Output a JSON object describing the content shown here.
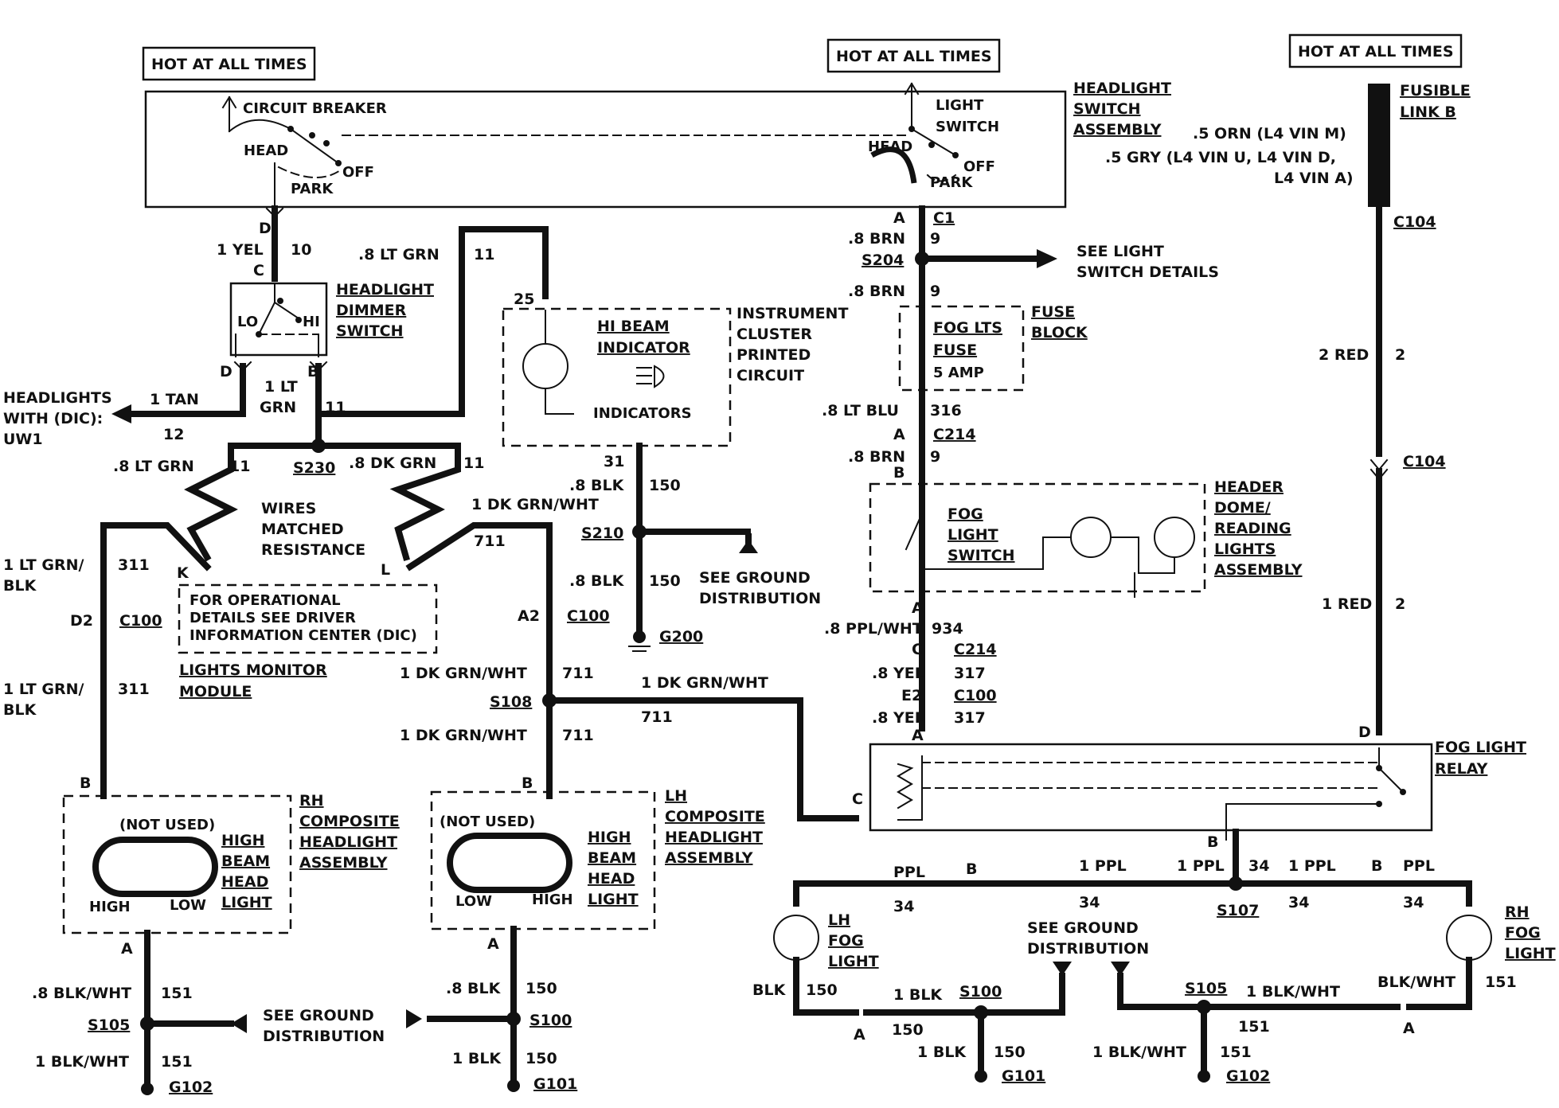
{
  "header": {
    "hot1": "HOT AT ALL TIMES",
    "hot2": "HOT AT ALL TIMES",
    "hot3": "HOT AT ALL TIMES"
  },
  "headlight_switch": {
    "circuit_breaker": "CIRCUIT BREAKER",
    "head1": "HEAD",
    "off1": "OFF",
    "park1": "PARK",
    "light": "LIGHT",
    "switch": "SWITCH",
    "head2": "HEAD",
    "off2": "OFF",
    "park2": "PARK",
    "name1": "HEADLIGHT",
    "name2": "SWITCH",
    "name3": "ASSEMBLY"
  },
  "fusible": {
    "name1": "FUSIBLE",
    "name2": "LINK  B",
    "w1": ".5 ORN  (L4 VIN M)",
    "w2": ".5 GRY  (L4 VIN U,  L4 VIN D,",
    "w3": "L4 VIN A)",
    "c104a": "C104",
    "red2": "2 RED",
    "n2a": "2",
    "c104b": "C104",
    "red1": "1 RED",
    "n2b": "2"
  },
  "left": {
    "D": "D",
    "yel": "1 YEL",
    "n10": "10",
    "C": "C",
    "dim1": "HEADLIGHT",
    "dim2": "DIMMER",
    "dim3": "SWITCH",
    "lo": "LO",
    "hi": "HI",
    "D2": "D",
    "B": "B",
    "ltgrn1": "1 LT",
    "ltgrn2": "GRN",
    "n11a": "11",
    "hl1": "HEADLIGHTS",
    "hl2": "WITH  (DIC):",
    "hl3": "UW1",
    "tan": "1 TAN",
    "n12": "12",
    "s230": "S230",
    "ltgrn8": ".8 LT GRN",
    "n11b": "11",
    "dkgrn8": ".8 DK GRN",
    "n11c": "11",
    "wires1": "WIRES",
    "wires2": "MATCHED",
    "wires3": "RESISTANCE",
    "lg8b": ".8 LT GRN",
    "n11d": "11",
    "lgblk1": "1 LT GRN/",
    "blk1": "BLK",
    "n311a": "311",
    "K": "K",
    "L": "L",
    "dkgw": "1 DK GRN/WHT",
    "n711a": "711",
    "op1": "FOR OPERATIONAL",
    "op2": "DETAILS SEE DRIVER",
    "op3": "INFORMATION CENTER (DIC)",
    "lmm1": "LIGHTS MONITOR",
    "lmm2": "MODULE",
    "d2": "D2",
    "c100a": "C100",
    "a2": "A2",
    "c100b": "C100",
    "lgblk2": "1 LT GRN/",
    "blk2": "BLK",
    "n311b": "311",
    "dkgw2": "1 DK GRN/WHT",
    "n711b": "711",
    "s108": "S108",
    "dkgw3": "1 DK GRN/WHT",
    "n711c": "711",
    "dkgw4": "1 DK GRN/WHT",
    "n711d": "711"
  },
  "cluster": {
    "n25": "25",
    "hibeam1": "HI BEAM",
    "hibeam2": "INDICATOR",
    "ind": "INDICATORS",
    "ic1": "INSTRUMENT",
    "ic2": "CLUSTER",
    "ic3": "PRINTED",
    "ic4": "CIRCUIT",
    "n31": "31",
    "blk8": ".8 BLK",
    "n150a": "150",
    "s210": "S210",
    "blk8b": ".8 BLK",
    "n150b": "150",
    "sgd1": "SEE GROUND",
    "sgd2": "DISTRIBUTION",
    "g200": "G200"
  },
  "fog": {
    "A": "A",
    "C1": "C1",
    "brn1": ".8 BRN",
    "n9a": "9",
    "s204": "S204",
    "sls1": "SEE LIGHT",
    "sls2": "SWITCH DETAILS",
    "brn2": ".8 BRN",
    "n9b": "9",
    "fuse1": "FOG LTS",
    "fuse2": "FUSE",
    "fuse3": "5 AMP",
    "fb1": "FUSE",
    "fb2": "BLOCK",
    "ltblu": ".8 LT BLU",
    "n316": "316",
    "A2": "A",
    "c214a": "C214",
    "brn3": ".8 BRN",
    "n9c": "9",
    "B": "B",
    "fls1": "FOG",
    "fls2": "LIGHT",
    "fls3": "SWITCH",
    "hd1": "HEADER",
    "hd2": "DOME/",
    "hd3": "READING",
    "hd4": "LIGHTS",
    "hd5": "ASSEMBLY",
    "A3": "A",
    "ppw": ".8 PPL/WHT",
    "n934": "934",
    "C": "C",
    "c214b": "C214",
    "yel1": ".8 YEL",
    "n317a": "317",
    "e2": "E2",
    "c100": "C100",
    "yel2": ".8 YEL",
    "n317b": "317",
    "A4": "A",
    "D": "D",
    "relay1": "FOG LIGHT",
    "relay2": "RELAY",
    "C2": "C",
    "B2": "B"
  },
  "rh_head": {
    "B": "B",
    "notused": "(NOT USED)",
    "hb1": "HIGH",
    "hb2": "BEAM",
    "hb3": "HEAD",
    "hb4": "LIGHT",
    "high": "HIGH",
    "low": "LOW",
    "rh1": "RH",
    "rh2": "COMPOSITE",
    "rh3": "HEADLIGHT",
    "rh4": "ASSEMBLY",
    "A": "A",
    "bw": ".8 BLK/WHT",
    "n151a": "151",
    "s105": "S105",
    "sgd1": "SEE GROUND",
    "sgd2": "DISTRIBUTION",
    "bw2": "1 BLK/WHT",
    "n151b": "151",
    "g102": "G102"
  },
  "lh_head": {
    "B": "B",
    "notused": "(NOT USED)",
    "hb1": "HIGH",
    "hb2": "BEAM",
    "hb3": "HEAD",
    "hb4": "LIGHT",
    "low": "LOW",
    "high": "HIGH",
    "lh1": "LH",
    "lh2": "COMPOSITE",
    "lh3": "HEADLIGHT",
    "lh4": "ASSEMBLY",
    "A": "A",
    "blk": ".8 BLK",
    "n150a": "150",
    "s100": "S100",
    "blk2": "1 BLK",
    "n150b": "150",
    "g101": "G101"
  },
  "foglights": {
    "B": "B",
    "ppl1": "1 PPL",
    "ppl2": "1 PPL",
    "n34a": "34",
    "ppl3": "1 PPL",
    "B2": "B",
    "ppl4": "PPL",
    "ppl0": "PPL",
    "B0": "B",
    "n34b": "34",
    "n34c": "34",
    "s107": "S107",
    "n34d": "34",
    "n34e": "34",
    "lh1": "LH",
    "lh2": "FOG",
    "lh3": "LIGHT",
    "rh1": "RH",
    "rh2": "FOG",
    "rh3": "LIGHT",
    "sgd1": "SEE GROUND",
    "sgd2": "DISTRIBUTION",
    "blk": "BLK",
    "n150": "150",
    "blk1": "1 BLK",
    "s100": "S100",
    "s105": "S105",
    "bw1": "1 BLK/WHT",
    "bw0": "BLK/WHT",
    "n151": "151",
    "A": "A",
    "n150b": "150",
    "n151b": "151",
    "A2": "A",
    "blk2": "1 BLK",
    "n150c": "150",
    "g101": "G101",
    "bw2": "1 BLK/WHT",
    "n151c": "151",
    "g102": "G102"
  }
}
